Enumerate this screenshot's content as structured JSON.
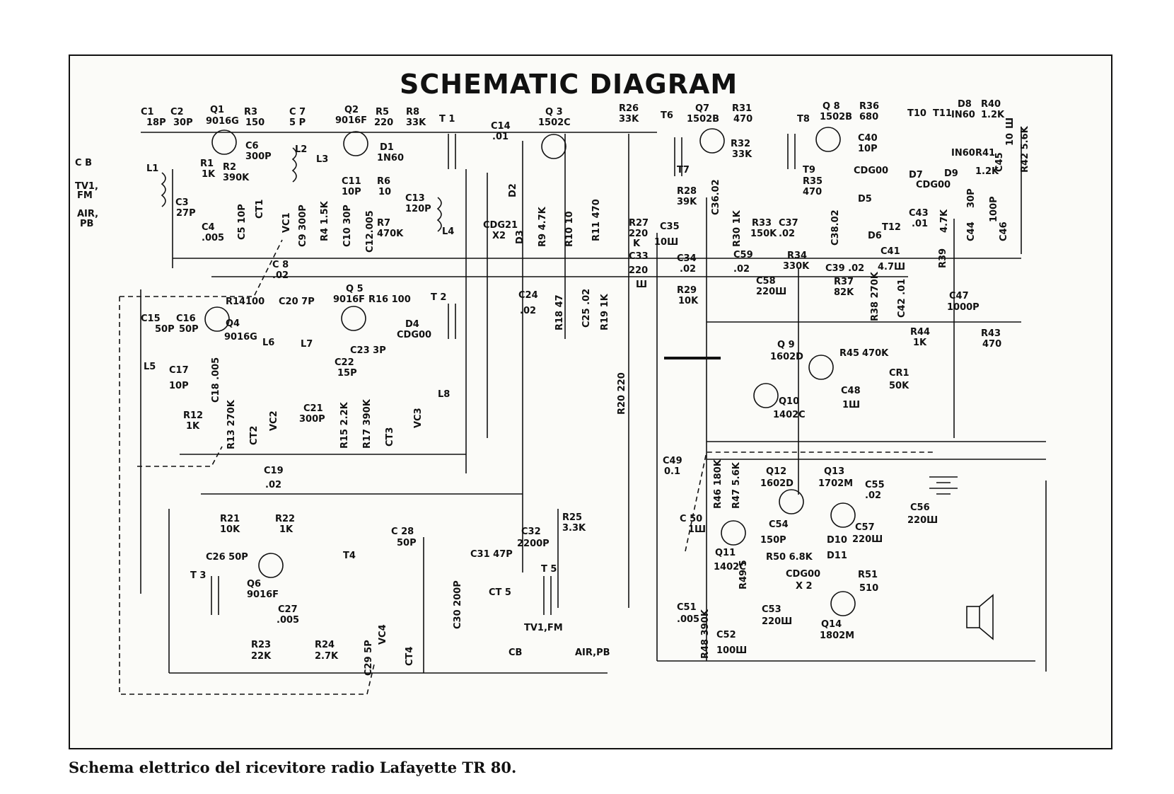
{
  "diagram": {
    "title": "SCHEMATIC DIAGRAM",
    "labels": [
      {
        "id": "c1",
        "text": "C1"
      },
      {
        "id": "c1v",
        "text": "18P"
      },
      {
        "id": "c2",
        "text": "C2"
      },
      {
        "id": "c2v",
        "text": "30P"
      },
      {
        "id": "q1",
        "text": "Q1"
      },
      {
        "id": "q1v",
        "text": "9016G"
      },
      {
        "id": "r3",
        "text": "R3"
      },
      {
        "id": "r3v",
        "text": "150"
      },
      {
        "id": "c7",
        "text": "C 7"
      },
      {
        "id": "c7v",
        "text": "5 P"
      },
      {
        "id": "q2",
        "text": "Q2"
      },
      {
        "id": "q2v",
        "text": "9016F"
      },
      {
        "id": "r5",
        "text": "R5"
      },
      {
        "id": "r5v",
        "text": "220"
      },
      {
        "id": "r8",
        "text": "R8"
      },
      {
        "id": "r8v",
        "text": "33K"
      },
      {
        "id": "t1",
        "text": "T 1"
      },
      {
        "id": "c14",
        "text": "C14"
      },
      {
        "id": "c14v",
        "text": ".01"
      },
      {
        "id": "q3",
        "text": "Q 3"
      },
      {
        "id": "q3v",
        "text": "1502C"
      },
      {
        "id": "r26",
        "text": "R26"
      },
      {
        "id": "r26v",
        "text": "33K"
      },
      {
        "id": "t6",
        "text": "T6"
      },
      {
        "id": "q7",
        "text": "Q7"
      },
      {
        "id": "q7v",
        "text": "1502B"
      },
      {
        "id": "r31",
        "text": "R31"
      },
      {
        "id": "r31v",
        "text": "470"
      },
      {
        "id": "t8",
        "text": "T8"
      },
      {
        "id": "q8",
        "text": "Q 8"
      },
      {
        "id": "q8v",
        "text": "1502B"
      },
      {
        "id": "r36",
        "text": "R36"
      },
      {
        "id": "r36v",
        "text": "680"
      },
      {
        "id": "t10",
        "text": "T10"
      },
      {
        "id": "t11",
        "text": "T11"
      },
      {
        "id": "d8",
        "text": "D8"
      },
      {
        "id": "d8v",
        "text": "IN60"
      },
      {
        "id": "r40",
        "text": "R40"
      },
      {
        "id": "r40v",
        "text": "1.2K"
      },
      {
        "id": "cb",
        "text": "C B"
      },
      {
        "id": "tv1fm",
        "text": "TV1,"
      },
      {
        "id": "fm",
        "text": "FM"
      },
      {
        "id": "air",
        "text": "AIR,"
      },
      {
        "id": "pb",
        "text": "PB"
      },
      {
        "id": "l1",
        "text": "L1"
      },
      {
        "id": "r1",
        "text": "R1"
      },
      {
        "id": "r1v",
        "text": "1K"
      },
      {
        "id": "r2",
        "text": "R2"
      },
      {
        "id": "r2v",
        "text": "390K"
      },
      {
        "id": "c6",
        "text": "C6"
      },
      {
        "id": "c6v",
        "text": "300P"
      },
      {
        "id": "l2",
        "text": "L2"
      },
      {
        "id": "l3",
        "text": "L3"
      },
      {
        "id": "d1",
        "text": "D1"
      },
      {
        "id": "d1v",
        "text": "1N60"
      },
      {
        "id": "c11",
        "text": "C11"
      },
      {
        "id": "c11v",
        "text": "10P"
      },
      {
        "id": "r6",
        "text": "R6"
      },
      {
        "id": "r6v",
        "text": "10"
      },
      {
        "id": "c3",
        "text": "C3"
      },
      {
        "id": "c3v",
        "text": "27P"
      },
      {
        "id": "c4",
        "text": "C4"
      },
      {
        "id": "c4v",
        "text": ".005"
      },
      {
        "id": "c5",
        "text": "C5 10P"
      },
      {
        "id": "ct1",
        "text": "CT1"
      },
      {
        "id": "vc1",
        "text": "VC1"
      },
      {
        "id": "c9",
        "text": "C9 300P"
      },
      {
        "id": "r4",
        "text": "R4 1.5K"
      },
      {
        "id": "c10",
        "text": "C10 30P"
      },
      {
        "id": "c12",
        "text": "C12.005"
      },
      {
        "id": "r7",
        "text": "R7"
      },
      {
        "id": "r7v",
        "text": "470K"
      },
      {
        "id": "c13",
        "text": "C13"
      },
      {
        "id": "c13v",
        "text": "120P"
      },
      {
        "id": "l4",
        "text": "L4"
      },
      {
        "id": "d2",
        "text": "D2"
      },
      {
        "id": "d3",
        "text": "D3"
      },
      {
        "id": "cdg21",
        "text": "CDG21"
      },
      {
        "id": "x2a",
        "text": "X2"
      },
      {
        "id": "r9",
        "text": "R9 4.7K"
      },
      {
        "id": "r10",
        "text": "R10 10"
      },
      {
        "id": "r11",
        "text": "R11 470"
      },
      {
        "id": "c8",
        "text": "C 8"
      },
      {
        "id": "c8v",
        "text": ".02"
      },
      {
        "id": "r27",
        "text": "R27"
      },
      {
        "id": "r27v",
        "text": "220"
      },
      {
        "id": "r27k",
        "text": "K"
      },
      {
        "id": "c35",
        "text": "C35"
      },
      {
        "id": "c35v",
        "text": "10Ш"
      },
      {
        "id": "c33",
        "text": "C33"
      },
      {
        "id": "c33v",
        "text": "220"
      },
      {
        "id": "c33u",
        "text": "Ш"
      },
      {
        "id": "t7",
        "text": "T7"
      },
      {
        "id": "r28",
        "text": "R28"
      },
      {
        "id": "r28v",
        "text": "39K"
      },
      {
        "id": "r32",
        "text": "R32"
      },
      {
        "id": "r32v",
        "text": "33K"
      },
      {
        "id": "c36",
        "text": "C36.02"
      },
      {
        "id": "r30",
        "text": "R30 1K"
      },
      {
        "id": "r33",
        "text": "R33"
      },
      {
        "id": "r33v",
        "text": "150K"
      },
      {
        "id": "c37",
        "text": "C37"
      },
      {
        "id": "c37v",
        "text": ".02"
      },
      {
        "id": "t9",
        "text": "T9"
      },
      {
        "id": "r35",
        "text": "R35"
      },
      {
        "id": "r35v",
        "text": "470"
      },
      {
        "id": "c38",
        "text": "C38.02"
      },
      {
        "id": "c40",
        "text": "C40"
      },
      {
        "id": "c40v",
        "text": "10P"
      },
      {
        "id": "cdg00a",
        "text": "CDG00"
      },
      {
        "id": "d5",
        "text": "D5"
      },
      {
        "id": "d6",
        "text": "D6"
      },
      {
        "id": "d7",
        "text": "D7"
      },
      {
        "id": "cdg00b",
        "text": "CDG00"
      },
      {
        "id": "in60b",
        "text": "IN60"
      },
      {
        "id": "d9",
        "text": "D9"
      },
      {
        "id": "r41",
        "text": "R41"
      },
      {
        "id": "r41v",
        "text": "1.2K"
      },
      {
        "id": "c45",
        "text": "C45"
      },
      {
        "id": "c45v",
        "text": "10"
      },
      {
        "id": "c45u",
        "text": "Ш"
      },
      {
        "id": "r42",
        "text": "R42 5.6K"
      },
      {
        "id": "t12",
        "text": "T12"
      },
      {
        "id": "c43",
        "text": "C43"
      },
      {
        "id": "c43v",
        "text": ".01"
      },
      {
        "id": "r47k",
        "text": "4.7K"
      },
      {
        "id": "c44",
        "text": "C44"
      },
      {
        "id": "c44v",
        "text": "30P"
      },
      {
        "id": "c46",
        "text": "C46"
      },
      {
        "id": "c46v",
        "text": "100P"
      },
      {
        "id": "c34",
        "text": "C34"
      },
      {
        "id": "c34v",
        "text": ".02"
      },
      {
        "id": "c59",
        "text": "C59"
      },
      {
        "id": "c59v",
        "text": ".02"
      },
      {
        "id": "r34",
        "text": "R34"
      },
      {
        "id": "r34v",
        "text": "330K"
      },
      {
        "id": "c39",
        "text": "C39 .02"
      },
      {
        "id": "c41",
        "text": "C41"
      },
      {
        "id": "c41v",
        "text": "4.7Ш"
      },
      {
        "id": "r39",
        "text": "R39"
      },
      {
        "id": "c58",
        "text": "C58"
      },
      {
        "id": "c58v",
        "text": "220Ш"
      },
      {
        "id": "r29",
        "text": "R29"
      },
      {
        "id": "r29v",
        "text": "10K"
      },
      {
        "id": "r37",
        "text": "R37"
      },
      {
        "id": "r37v",
        "text": "82K"
      },
      {
        "id": "r38",
        "text": "R38 270K"
      },
      {
        "id": "c42",
        "text": "C42 .01"
      },
      {
        "id": "c47",
        "text": "C47"
      },
      {
        "id": "c47v",
        "text": "1000P"
      },
      {
        "id": "r44",
        "text": "R44"
      },
      {
        "id": "r44v",
        "text": "1K"
      },
      {
        "id": "r43",
        "text": "R43"
      },
      {
        "id": "r43v",
        "text": "470"
      },
      {
        "id": "c15",
        "text": "C15"
      },
      {
        "id": "c15v",
        "text": "50P"
      },
      {
        "id": "c16",
        "text": "C16"
      },
      {
        "id": "c16v",
        "text": "50P"
      },
      {
        "id": "r14",
        "text": "R14"
      },
      {
        "id": "r14v",
        "text": "100"
      },
      {
        "id": "q4",
        "text": "Q4"
      },
      {
        "id": "q4v",
        "text": "9016G"
      },
      {
        "id": "c20",
        "text": "C20 7P"
      },
      {
        "id": "q5",
        "text": "Q 5"
      },
      {
        "id": "q5v",
        "text": "9016F"
      },
      {
        "id": "r16",
        "text": "R16 100"
      },
      {
        "id": "t2",
        "text": "T 2"
      },
      {
        "id": "d4",
        "text": "D4"
      },
      {
        "id": "d4v",
        "text": "CDG00"
      },
      {
        "id": "c24",
        "text": "C24"
      },
      {
        "id": "c24v",
        "text": ".02"
      },
      {
        "id": "r18",
        "text": "R18 47"
      },
      {
        "id": "c25",
        "text": "C25 .02"
      },
      {
        "id": "r19",
        "text": "R19 1K"
      },
      {
        "id": "l5",
        "text": "L5"
      },
      {
        "id": "c17",
        "text": "C17"
      },
      {
        "id": "c17v",
        "text": "10P"
      },
      {
        "id": "c18",
        "text": "C18 .005"
      },
      {
        "id": "l6",
        "text": "L6"
      },
      {
        "id": "l7",
        "text": "L7"
      },
      {
        "id": "c22",
        "text": "C22"
      },
      {
        "id": "c22v",
        "text": "15P"
      },
      {
        "id": "c23",
        "text": "C23 3P"
      },
      {
        "id": "l8",
        "text": "L8"
      },
      {
        "id": "r12",
        "text": "R12"
      },
      {
        "id": "r12v",
        "text": "1K"
      },
      {
        "id": "r13",
        "text": "R13 270K"
      },
      {
        "id": "ct2",
        "text": "CT2"
      },
      {
        "id": "vc2",
        "text": "VC2"
      },
      {
        "id": "c21",
        "text": "C21"
      },
      {
        "id": "c21v",
        "text": "300P"
      },
      {
        "id": "r15",
        "text": "R15 2.2K"
      },
      {
        "id": "r17",
        "text": "R17 390K"
      },
      {
        "id": "ct3",
        "text": "CT3"
      },
      {
        "id": "vc3",
        "text": "VC3"
      },
      {
        "id": "r20",
        "text": "R20 220"
      },
      {
        "id": "c19",
        "text": "C19"
      },
      {
        "id": "c19v",
        "text": ".02"
      },
      {
        "id": "q9",
        "text": "Q 9"
      },
      {
        "id": "q9v",
        "text": "1602D"
      },
      {
        "id": "r45",
        "text": "R45"
      },
      {
        "id": "r45v",
        "text": "470K"
      },
      {
        "id": "cr1",
        "text": "CR1"
      },
      {
        "id": "cr1v",
        "text": "50K"
      },
      {
        "id": "q10",
        "text": "Q10"
      },
      {
        "id": "q10v",
        "text": "1402C"
      },
      {
        "id": "c48",
        "text": "C48"
      },
      {
        "id": "c48v",
        "text": "1Ш"
      },
      {
        "id": "c49",
        "text": "C49"
      },
      {
        "id": "c49v",
        "text": "0.1"
      },
      {
        "id": "r46",
        "text": "R46 180K"
      },
      {
        "id": "r47",
        "text": "R47 5.6K"
      },
      {
        "id": "q12",
        "text": "Q12"
      },
      {
        "id": "q12v",
        "text": "1602D"
      },
      {
        "id": "q13",
        "text": "Q13"
      },
      {
        "id": "q13v",
        "text": "1702M"
      },
      {
        "id": "c55",
        "text": "C55"
      },
      {
        "id": "c55v",
        "text": ".02"
      },
      {
        "id": "c56",
        "text": "C56"
      },
      {
        "id": "c56v",
        "text": "220Ш"
      },
      {
        "id": "c50",
        "text": "C 50"
      },
      {
        "id": "c50v",
        "text": "1Ш"
      },
      {
        "id": "c54",
        "text": "C54"
      },
      {
        "id": "c54v",
        "text": "150P"
      },
      {
        "id": "d10",
        "text": "D10"
      },
      {
        "id": "d11",
        "text": "D11"
      },
      {
        "id": "c57",
        "text": "C57"
      },
      {
        "id": "c57v",
        "text": "220Ш"
      },
      {
        "id": "q11",
        "text": "Q11"
      },
      {
        "id": "q11v",
        "text": "1402C"
      },
      {
        "id": "r50",
        "text": "R50 6.8K"
      },
      {
        "id": "cdg00c",
        "text": "CDG00"
      },
      {
        "id": "x2b",
        "text": "X 2"
      },
      {
        "id": "r51",
        "text": "R51"
      },
      {
        "id": "r51v",
        "text": "510"
      },
      {
        "id": "r49",
        "text": "R49 5"
      },
      {
        "id": "c51",
        "text": "C51"
      },
      {
        "id": "c51v",
        "text": ".005"
      },
      {
        "id": "c53",
        "text": "C53"
      },
      {
        "id": "c53v",
        "text": "220Ш"
      },
      {
        "id": "q14",
        "text": "Q14"
      },
      {
        "id": "q14v",
        "text": "1802M"
      },
      {
        "id": "r48",
        "text": "R48 390K"
      },
      {
        "id": "c52",
        "text": "C52"
      },
      {
        "id": "c52v",
        "text": "100Ш"
      },
      {
        "id": "r21",
        "text": "R21"
      },
      {
        "id": "r21v",
        "text": "10K"
      },
      {
        "id": "r22",
        "text": "R22"
      },
      {
        "id": "r22v",
        "text": "1K"
      },
      {
        "id": "c28",
        "text": "C 28"
      },
      {
        "id": "c28v",
        "text": "50P"
      },
      {
        "id": "r25",
        "text": "R25"
      },
      {
        "id": "r25v",
        "text": "3.3K"
      },
      {
        "id": "c32",
        "text": "C32"
      },
      {
        "id": "c32v",
        "text": "2200P"
      },
      {
        "id": "c26",
        "text": "C26 50P"
      },
      {
        "id": "q6",
        "text": "Q6"
      },
      {
        "id": "q6v",
        "text": "9016F"
      },
      {
        "id": "t4",
        "text": "T4"
      },
      {
        "id": "c31",
        "text": "C31 47P"
      },
      {
        "id": "ct5",
        "text": "CT 5"
      },
      {
        "id": "t5",
        "text": "T 5"
      },
      {
        "id": "t3",
        "text": "T 3"
      },
      {
        "id": "c27",
        "text": "C27"
      },
      {
        "id": "c27v",
        "text": ".005"
      },
      {
        "id": "c30",
        "text": "C30 200P"
      },
      {
        "id": "tv1fmb",
        "text": "TV1,FM"
      },
      {
        "id": "cbb",
        "text": "CB"
      },
      {
        "id": "airpb",
        "text": "AIR,PB"
      },
      {
        "id": "r23",
        "text": "R23"
      },
      {
        "id": "r23v",
        "text": "22K"
      },
      {
        "id": "r24",
        "text": "R24"
      },
      {
        "id": "r24v",
        "text": "2.7K"
      },
      {
        "id": "c29",
        "text": "C29 5P"
      },
      {
        "id": "vc4",
        "text": "VC4"
      },
      {
        "id": "ct4",
        "text": "CT4"
      }
    ]
  },
  "caption": "Schema elettrico del ricevitore radio Lafayette TR 80."
}
